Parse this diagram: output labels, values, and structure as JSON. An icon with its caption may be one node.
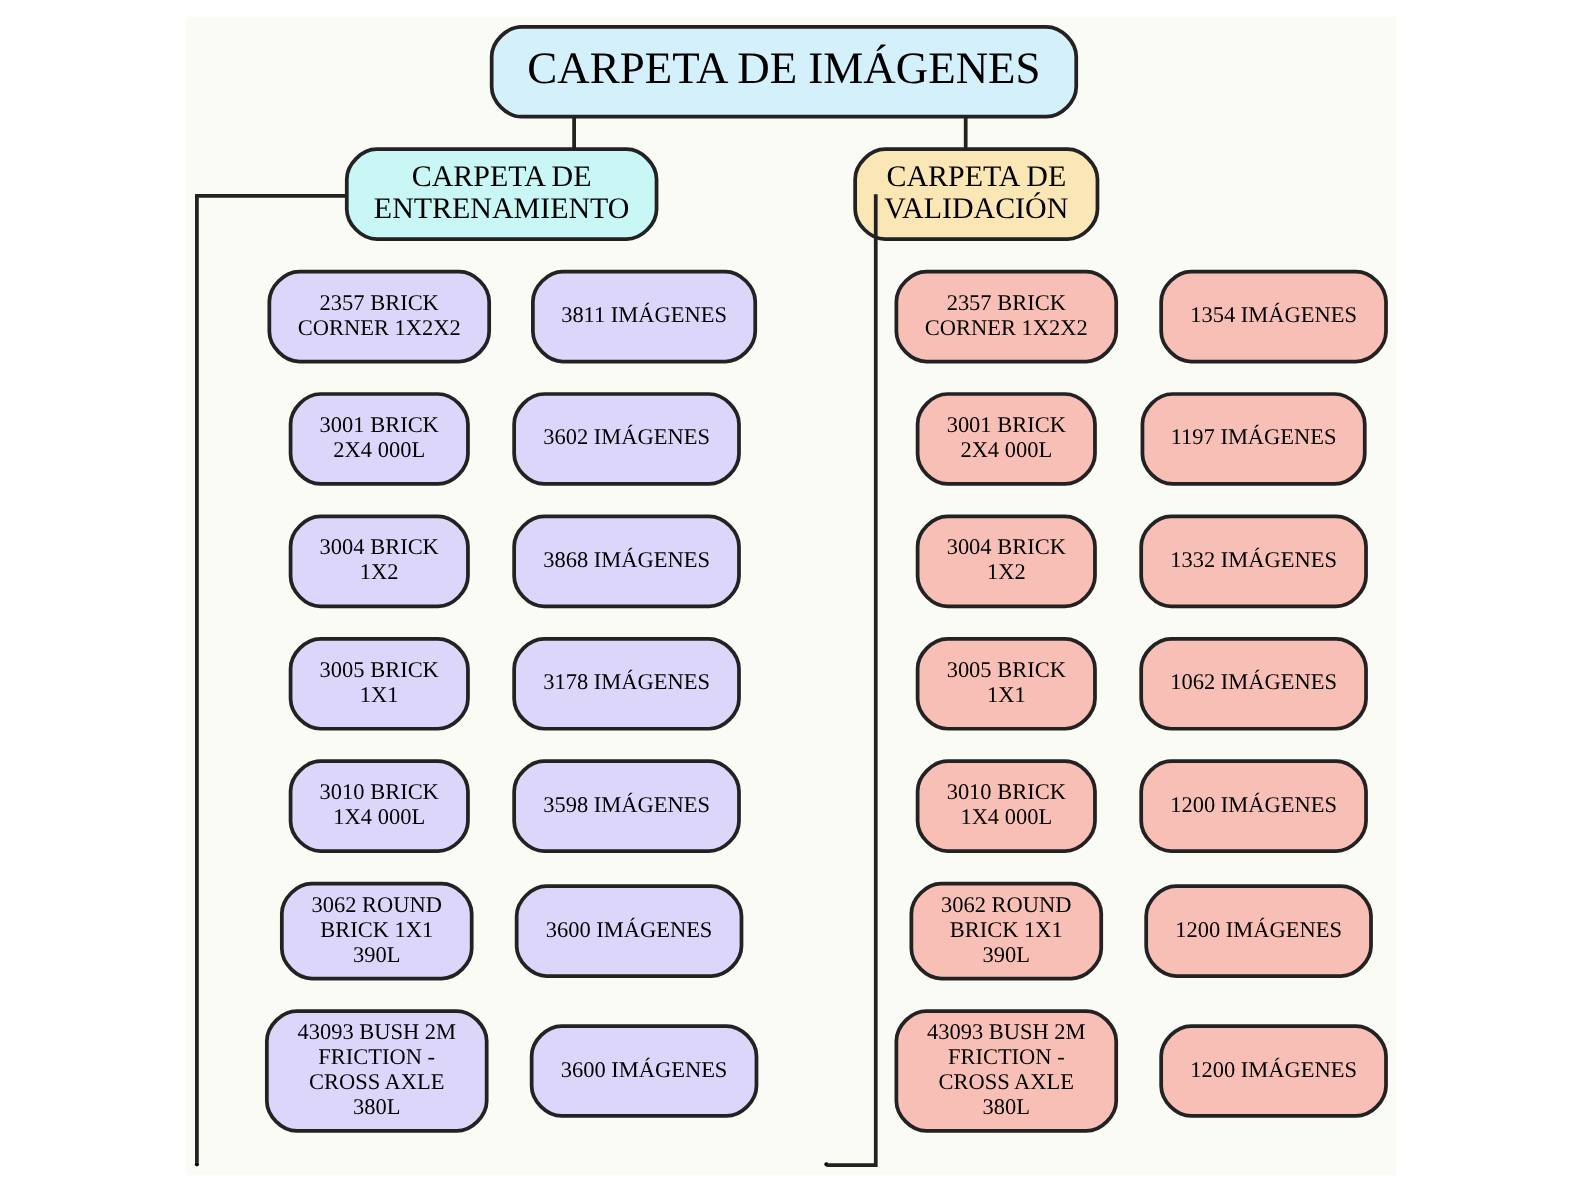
{
  "diagram": {
    "nodes": [
      {
        "text": [
          "CARPETA DE IMÁGENES"
        ]
      },
      {
        "text": [
          "CARPETA DE ENTRENAMIENTO"
        ]
      },
      {
        "text": [
          "CARPETA DE VALIDACIÓN"
        ]
      },
      {
        "text": [
          "2357 BRICK CORNER 1X2X2"
        ]
      },
      {
        "text": [
          "3811 IMÁGENES"
        ]
      },
      {
        "text": [
          "3001 BRICK 2X4 000L"
        ]
      },
      {
        "text": [
          "3602 IMÁGENES"
        ]
      },
      {
        "text": [
          "3004 BRICK 1X2"
        ]
      },
      {
        "text": [
          "3868 IMÁGENES"
        ]
      },
      {
        "text": [
          "3005 BRICK 1X1"
        ]
      },
      {
        "text": [
          "3178 IMÁGENES"
        ]
      },
      {
        "text": [
          "3010 BRICK 1X4 000L"
        ]
      },
      {
        "text": [
          "3598 IMÁGENES"
        ]
      },
      {
        "text": [
          "3062 ROUND BRICK 1X1 390L"
        ]
      },
      {
        "text": [
          "3600 IMÁGENES"
        ]
      },
      {
        "text": [
          "43093 BUSH 2M FRICTION - CROSS AXLE 380L"
        ]
      },
      {
        "text": [
          "3600 IMÁGENES"
        ]
      },
      {
        "text": [
          "2357 BRICK CORNER 1X2X2"
        ]
      },
      {
        "text": [
          "1354 IMÁGENES"
        ]
      },
      {
        "text": [
          "3001 BRICK 2X4 000L"
        ]
      },
      {
        "text": [
          "1197 IMÁGENES"
        ]
      },
      {
        "text": [
          "3004 BRICK 1X2"
        ]
      },
      {
        "text": [
          "1332 IMÁGENES"
        ]
      },
      {
        "text": [
          "3005 BRICK 1X1"
        ]
      },
      {
        "text": [
          "1062 IMÁGENES"
        ]
      },
      {
        "text": [
          "3010 BRICK 1X4 000L"
        ]
      },
      {
        "text": [
          "1200 IMÁGENES"
        ]
      },
      {
        "text": [
          "3062 ROUND BRICK 1X1 390L"
        ]
      },
      {
        "text": [
          "1200 IMÁGENES"
        ]
      },
      {
        "text": [
          "43093 BUSH 2M FRICTION - CROSS AXLE 380L"
        ]
      },
      {
        "text": [
          "1200 IMÁGENES"
        ]
      }
    ],
    "edges": [
      {
        "from": 0,
        "to": 1,
        "arrow": "none"
      },
      {
        "from": 0,
        "to": 2,
        "arrow": "none"
      },
      {
        "from": 1,
        "to": null,
        "arrow": "none"
      },
      {
        "from": 2,
        "to": null,
        "arrow": "none"
      }
    ]
  }
}
